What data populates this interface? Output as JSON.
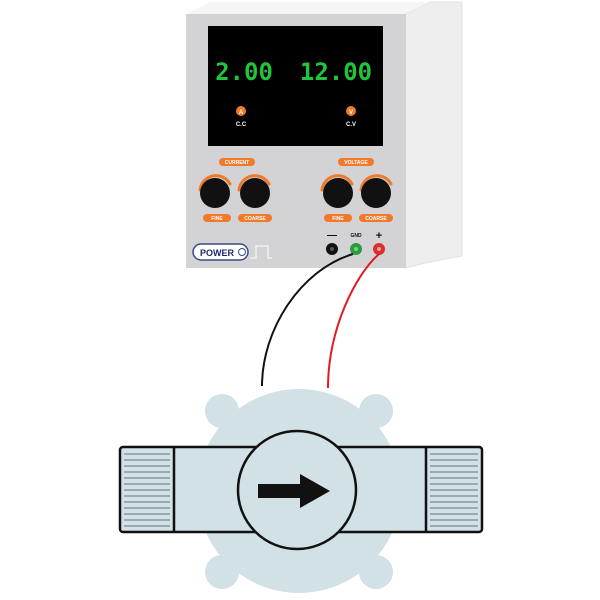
{
  "power_supply": {
    "current_display": "2.00",
    "voltage_display": "12.00",
    "current_indicator_letter": "A",
    "current_mode": "C.C",
    "voltage_indicator_letter": "V",
    "voltage_mode": "C.V",
    "current_label": "CURRENT",
    "voltage_label": "VOLTAGE",
    "current_fine_label": "FINE",
    "current_coarse_label": "COARSE",
    "voltage_fine_label": "FINE",
    "voltage_coarse_label": "COARSE",
    "power_label": "POWER",
    "negative_terminal_symbol": "—",
    "ground_terminal_label": "GND",
    "positive_terminal_symbol": "+"
  },
  "colors": {
    "display_digits": "#21c43a",
    "accent_orange": "#f07a2a",
    "positive_wire": "#e01b24",
    "negative_wire": "#111111",
    "ground_terminal": "#2a9a3a",
    "valve_fill": "#d2e1e5"
  },
  "icons": {
    "valve_direction": "arrow-right-icon"
  }
}
